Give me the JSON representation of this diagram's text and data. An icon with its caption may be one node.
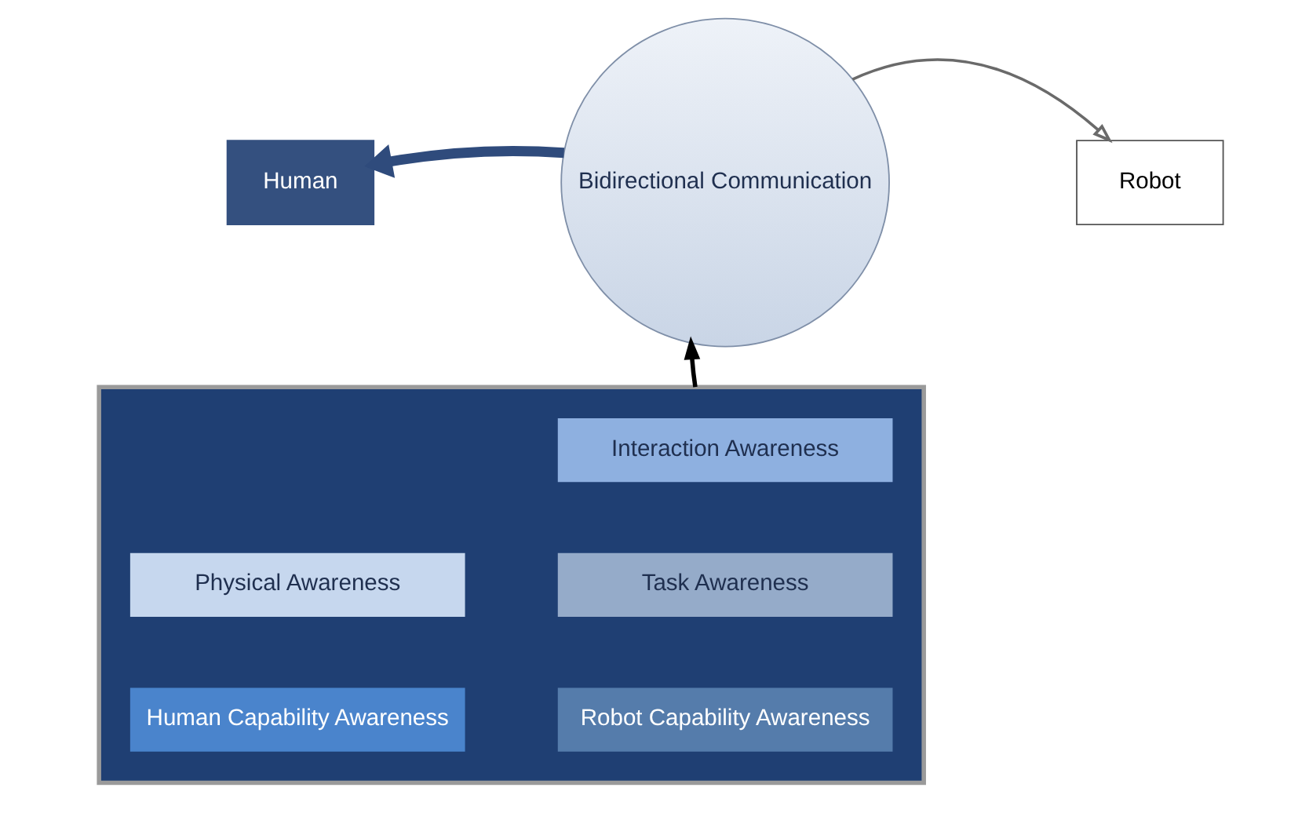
{
  "diagram": {
    "nodes": [
      {
        "text": [
          "Human"
        ]
      },
      {
        "text": [
          "Bidirectional Communication"
        ]
      },
      {
        "text": [
          "Robot"
        ]
      },
      {
        "text": [],
        "shape": "box"
      },
      {
        "text": [
          "Interaction Awareness"
        ],
        "in": 3
      },
      {
        "text": [
          "Physical Awareness"
        ],
        "in": 3
      },
      {
        "text": [
          "Task Awareness"
        ],
        "in": 3
      },
      {
        "text": [
          "Human Capability Awareness"
        ],
        "in": 3
      },
      {
        "text": [
          "Robot Capability Awareness"
        ],
        "in": 3
      }
    ],
    "edges": [
      {
        "from": 1,
        "to": 0,
        "arrow": "to",
        "style": "thick",
        "color": "#2f4b7c"
      },
      {
        "from": 1,
        "to": 2,
        "arrow": "to"
      },
      {
        "from": 3,
        "to": 1,
        "arrow": "to",
        "color": "#000000"
      }
    ]
  }
}
